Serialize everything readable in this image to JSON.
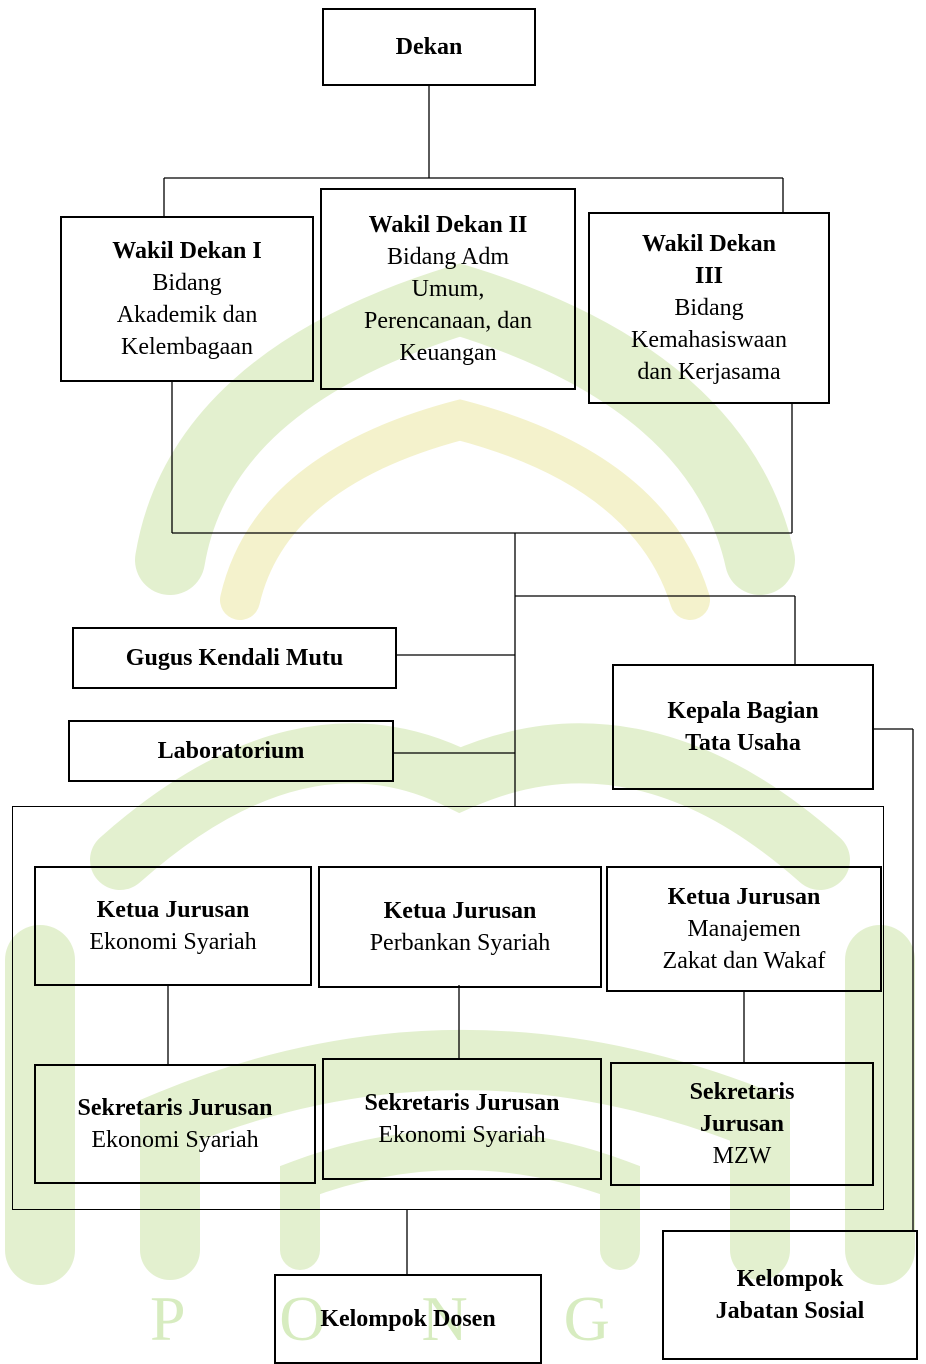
{
  "watermark": {
    "text": "P O  N  G",
    "color": "#d7ecc0",
    "accent": "#f3f1c4"
  },
  "org": {
    "dekan": {
      "title": "Dekan"
    },
    "wakil1": {
      "title": "Wakil Dekan I",
      "lines": [
        "Bidang",
        "Akademik dan",
        "Kelembagaan"
      ]
    },
    "wakil2": {
      "title": "Wakil Dekan II",
      "lines": [
        "Bidang Adm",
        "Umum,",
        "Perencanaan, dan",
        "Keuangan"
      ]
    },
    "wakil3": {
      "title_lines": [
        "Wakil Dekan",
        "III"
      ],
      "lines": [
        "Bidang",
        "Kemahasiswaan",
        "dan Kerjasama"
      ]
    },
    "gugus": {
      "title": "Gugus Kendali Mutu"
    },
    "lab": {
      "title": "Laboratorium"
    },
    "kabag": {
      "title_lines": [
        "Kepala Bagian",
        "Tata Usaha"
      ]
    },
    "kajur_es": {
      "title": "Ketua Jurusan",
      "lines": [
        "Ekonomi Syariah"
      ]
    },
    "kajur_ps": {
      "title": "Ketua Jurusan",
      "lines": [
        "Perbankan Syariah"
      ]
    },
    "kajur_mzw": {
      "title": "Ketua Jurusan",
      "lines": [
        "Manajemen",
        "Zakat dan Wakaf"
      ]
    },
    "sekjur_es": {
      "title": "Sekretaris Jurusan",
      "lines": [
        "Ekonomi Syariah"
      ]
    },
    "sekjur_ps": {
      "title": "Sekretaris Jurusan",
      "lines": [
        "Ekonomi Syariah"
      ]
    },
    "sekjur_mzw": {
      "title_lines": [
        "Sekretaris",
        "Jurusan"
      ],
      "lines": [
        "MZW"
      ]
    },
    "dosen": {
      "title": "Kelompok Dosen"
    },
    "jabatan": {
      "title_lines": [
        "Kelompok",
        "Jabatan Sosial"
      ]
    }
  }
}
